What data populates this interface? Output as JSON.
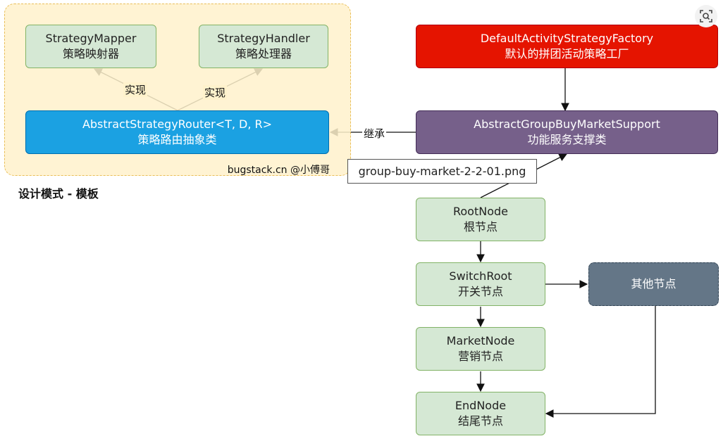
{
  "group": {
    "mapper": {
      "line1": "StrategyMapper",
      "line2": "策略映射器"
    },
    "handler": {
      "line1": "StrategyHandler",
      "line2": "策略处理器"
    },
    "router": {
      "line1": "AbstractStrategyRouter<T, D, R>",
      "line2": "策略路由抽象类"
    },
    "impl_label_left": "实现",
    "impl_label_right": "实现",
    "signature": "bugstack.cn @小傅哥"
  },
  "title": "设计模式 - 模板",
  "factory": {
    "line1": "DefaultActivityStrategyFactory",
    "line2": "默认的拼团活动策略工厂"
  },
  "support": {
    "line1": "AbstractGroupBuyMarketSupport",
    "line2": "功能服务支撑类"
  },
  "inherit_label": "继承",
  "caption": "group-buy-market-2-2-01.png",
  "nodes": {
    "root": {
      "line1": "RootNode",
      "line2": "根节点"
    },
    "switch": {
      "line1": "SwitchRoot",
      "line2": "开关节点"
    },
    "market": {
      "line1": "MarketNode",
      "line2": "营销节点"
    },
    "end": {
      "line1": "EndNode",
      "line2": "结尾节点"
    },
    "other": {
      "label": "其他节点"
    }
  },
  "colors": {
    "green": "#d5e8d4",
    "blue": "#1ba1e2",
    "red": "#e51400",
    "purple": "#76608a",
    "slate": "#647687",
    "group_bg": "#fff2cc"
  },
  "icons": {
    "lens": "lens-search-icon"
  }
}
